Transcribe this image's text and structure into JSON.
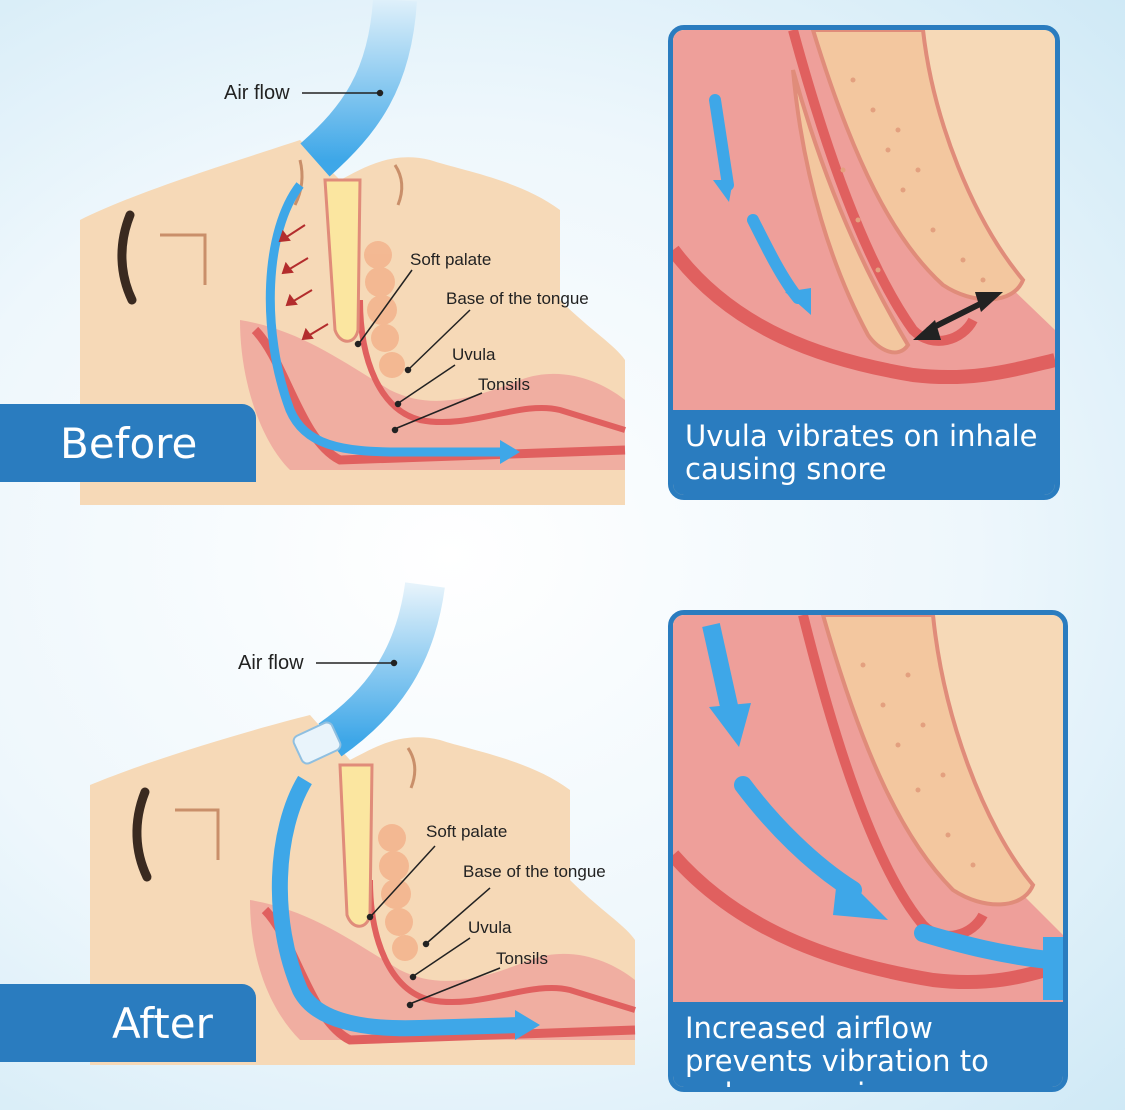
{
  "before": {
    "tab_label": "Before",
    "labels": {
      "air_flow": "Air flow",
      "soft_palate": "Soft palate",
      "base_of_tongue": "Base of  the tongue",
      "uvula": "Uvula",
      "tonsils": "Tonsils"
    },
    "caption": "Uvula vibrates on inhale causing snore"
  },
  "after": {
    "tab_label": "After",
    "labels": {
      "air_flow": "Air flow",
      "soft_palate": "Soft palate",
      "base_of_tongue": "Base of  the tongue",
      "uvula": "Uvula",
      "tonsils": "Tonsils"
    },
    "caption": "Increased airflow prevents vibration to reduce snoring"
  },
  "colors": {
    "accent_blue": "#2a7cbf",
    "airflow_blue": "#3ea7e8",
    "skin": "#f6d9b7",
    "tissue": "#ee9f9a",
    "tissue_dark": "#e0605f"
  }
}
